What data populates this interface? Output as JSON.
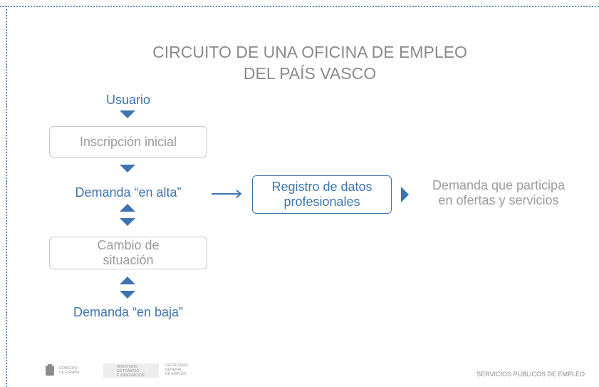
{
  "colors": {
    "accent": "#3d74b0",
    "gray": "#9b9b9b",
    "border": "#5b8ec4"
  },
  "title": {
    "line1": "CIRCUITO DE UNA OFICINA DE EMPLEO",
    "line2": "DEL PAÍS VASCO"
  },
  "nodes": {
    "usuario": "Usuario",
    "inscripcion": "Inscripción inicial",
    "demanda_alta": "Demanda “en alta”",
    "cambio_line1": "Cambio de",
    "cambio_line2": "situación",
    "demanda_baja": "Demanda “en baja”",
    "registro_line1": "Registro de datos",
    "registro_line2": "profesionales",
    "participa_line1": "Demanda que participa",
    "participa_line2": "en ofertas y servicios"
  },
  "footer": {
    "right": "SERVICIOS PÚBLICOS DE EMPLEO",
    "logo_gobierno_line1": "GOBIERNO",
    "logo_gobierno_line2": "DE ESPAÑA",
    "logo_ministerio_line1": "MINISTERIO",
    "logo_ministerio_line2": "DE TRABAJO",
    "logo_ministerio_line3": "E INMIGRACIÓN",
    "logo_secretaria_line1": "SECRETARÍA",
    "logo_secretaria_line2": "GENERAL",
    "logo_secretaria_line3": "DE EMPLEO"
  }
}
